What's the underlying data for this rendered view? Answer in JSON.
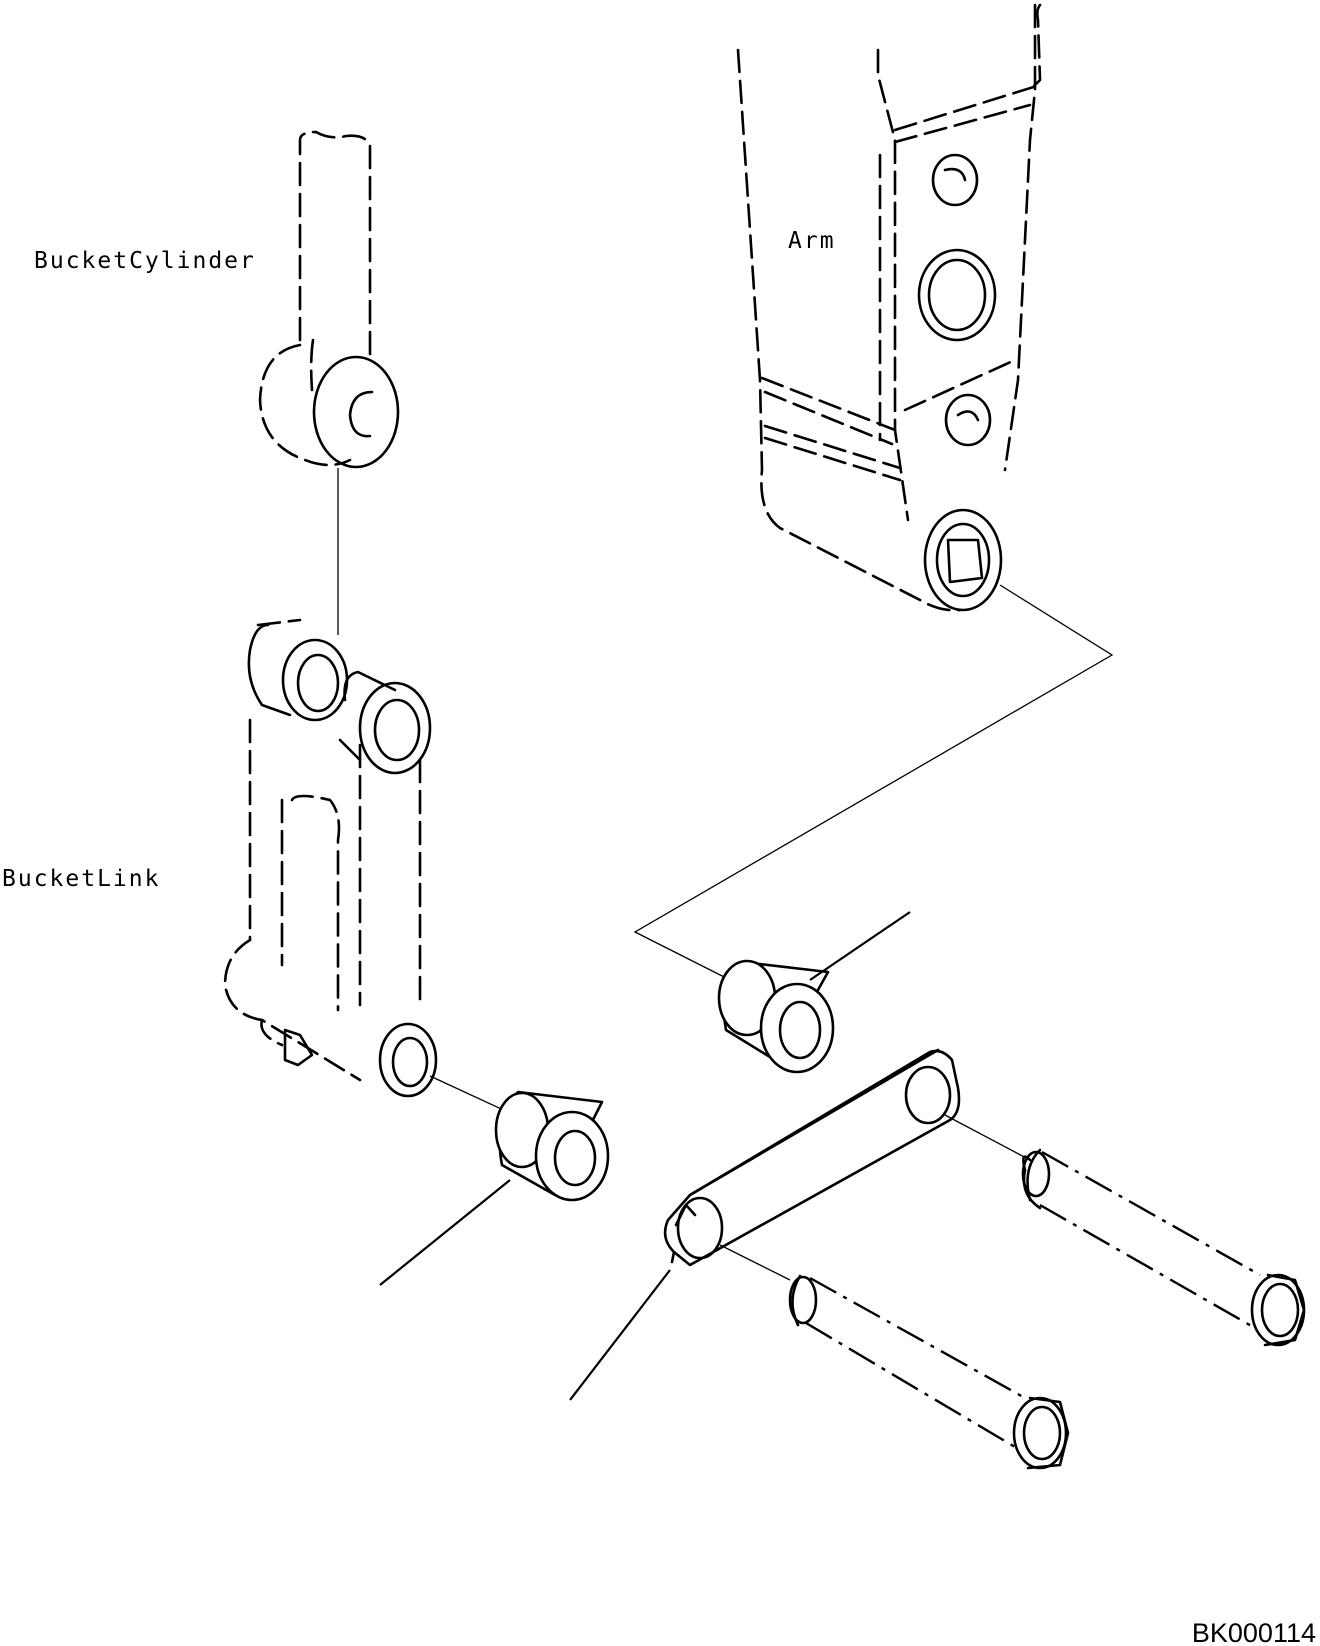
{
  "labels": {
    "bucket_cylinder": "BucketCylinder",
    "arm": "Arm",
    "bucket_link": "BucketLink",
    "drawing_code": "BK000114"
  }
}
